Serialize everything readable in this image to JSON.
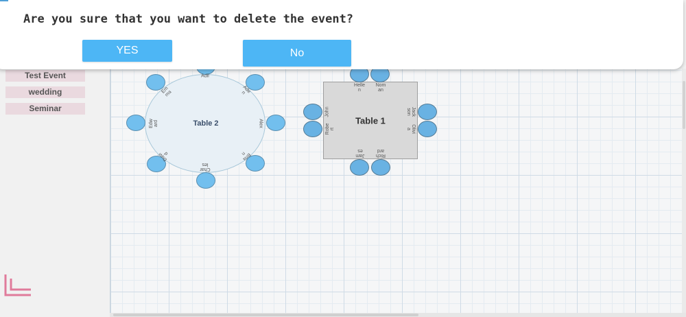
{
  "dialog": {
    "question": "Are you sure that you want to delete the event?",
    "yes_label": "YES",
    "no_label": "No"
  },
  "sidebar": {
    "events": [
      "Test Event",
      "wedding",
      "Seminar"
    ]
  },
  "colors": {
    "button": "#4db6f5",
    "seat": "#72bfee",
    "event_item_bg": "#ead9df",
    "logo": "#e07b9b"
  },
  "tables": {
    "round": {
      "label": "Table 2",
      "guests": [
        "Adil",
        "Ade\nn",
        "Alex",
        "Bria\nn",
        "Char\nles",
        "Davi\nd",
        "Edw\nard",
        "Em\nma"
      ]
    },
    "rect": {
      "label": "Table 1",
      "guests": [
        "Helle\nn",
        "Nom\nan",
        "Jack\nson",
        "Olivi\na",
        "Rich\nard",
        "Jam\nes",
        "Robe\nrt",
        "John"
      ]
    }
  }
}
